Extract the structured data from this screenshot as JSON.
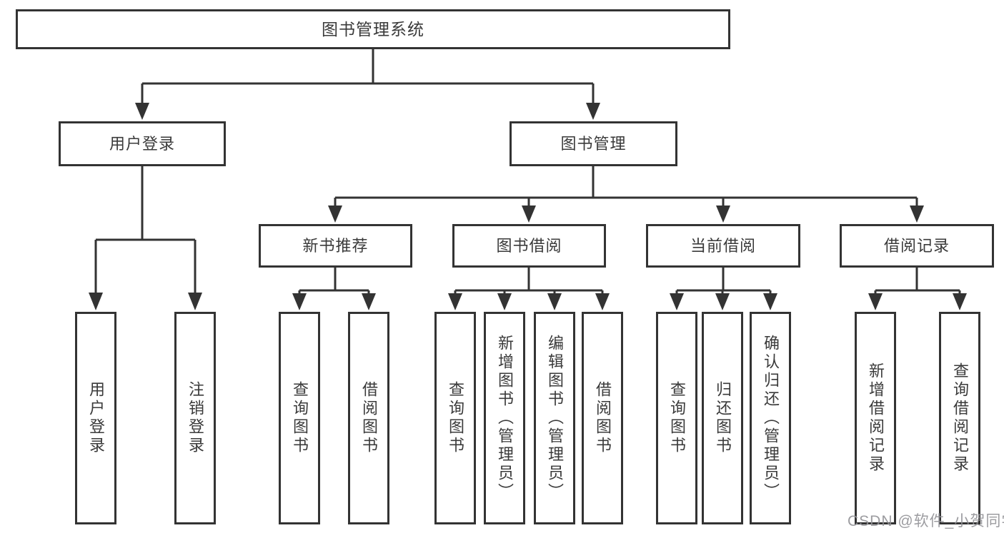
{
  "diagram": {
    "root_label": "图书管理系统",
    "children": [
      {
        "label": "用户登录",
        "children": [
          {
            "label": "用户登录"
          },
          {
            "label": "注销登录"
          }
        ]
      },
      {
        "label": "图书管理",
        "children": [
          {
            "label": "新书推荐",
            "children": [
              {
                "label": "查询图书"
              },
              {
                "label": "借阅图书"
              }
            ]
          },
          {
            "label": "图书借阅",
            "children": [
              {
                "label": "查询图书"
              },
              {
                "label": "新增图书（管理员）"
              },
              {
                "label": "编辑图书（管理员）"
              },
              {
                "label": "借阅图书"
              }
            ]
          },
          {
            "label": "当前借阅",
            "children": [
              {
                "label": "查询图书"
              },
              {
                "label": "归还图书"
              },
              {
                "label": "确认归还（管理员）"
              }
            ]
          },
          {
            "label": "借阅记录",
            "children": [
              {
                "label": "新增借阅记录"
              },
              {
                "label": "查询借阅记录"
              }
            ]
          }
        ]
      }
    ]
  },
  "watermark": {
    "text": "CSDN @软件_小贺同学"
  },
  "colors": {
    "line": "#333333",
    "box_border": "#333333",
    "box_fill": "#ffffff",
    "text": "#3a3a3a",
    "watermark": "#919196",
    "background": "#ffffff"
  }
}
